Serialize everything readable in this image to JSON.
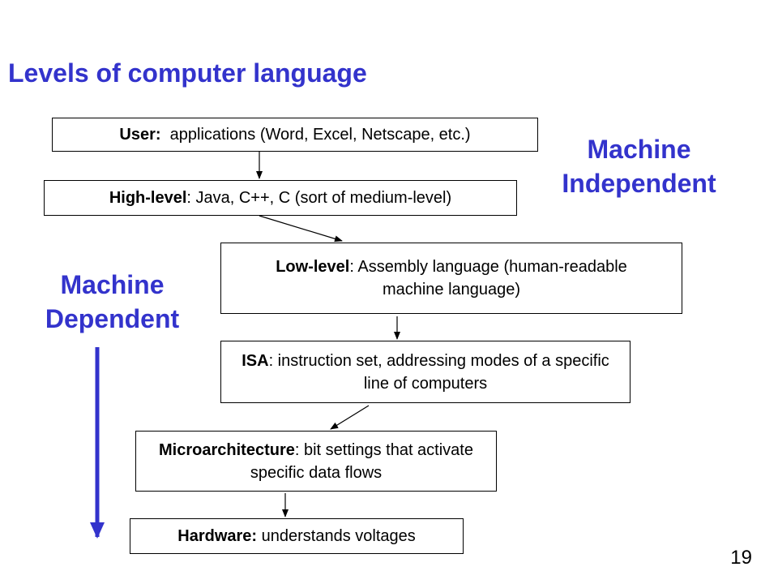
{
  "title": "Levels of computer language",
  "side_labels": {
    "independent": [
      "Machine",
      "Independent"
    ],
    "dependent": [
      "Machine",
      "Dependent"
    ]
  },
  "levels": [
    {
      "term": "User:",
      "desc": "  applications (Word, Excel, Netscape, etc.)"
    },
    {
      "term": "High-level",
      "desc": ": Java, C++, C (sort of medium-level)"
    },
    {
      "term": "Low-level",
      "desc": ":  Assembly language (human-readable machine language)"
    },
    {
      "term": "ISA",
      "desc": ": instruction set, addressing modes of a specific line of computers"
    },
    {
      "term": "Microarchitecture",
      "desc": ": bit settings that activate specific data flows"
    },
    {
      "term": "Hardware:",
      "desc": " understands voltages"
    }
  ],
  "page_number": "19",
  "colors": {
    "accent": "#3333cc",
    "box_border": "#000000"
  }
}
